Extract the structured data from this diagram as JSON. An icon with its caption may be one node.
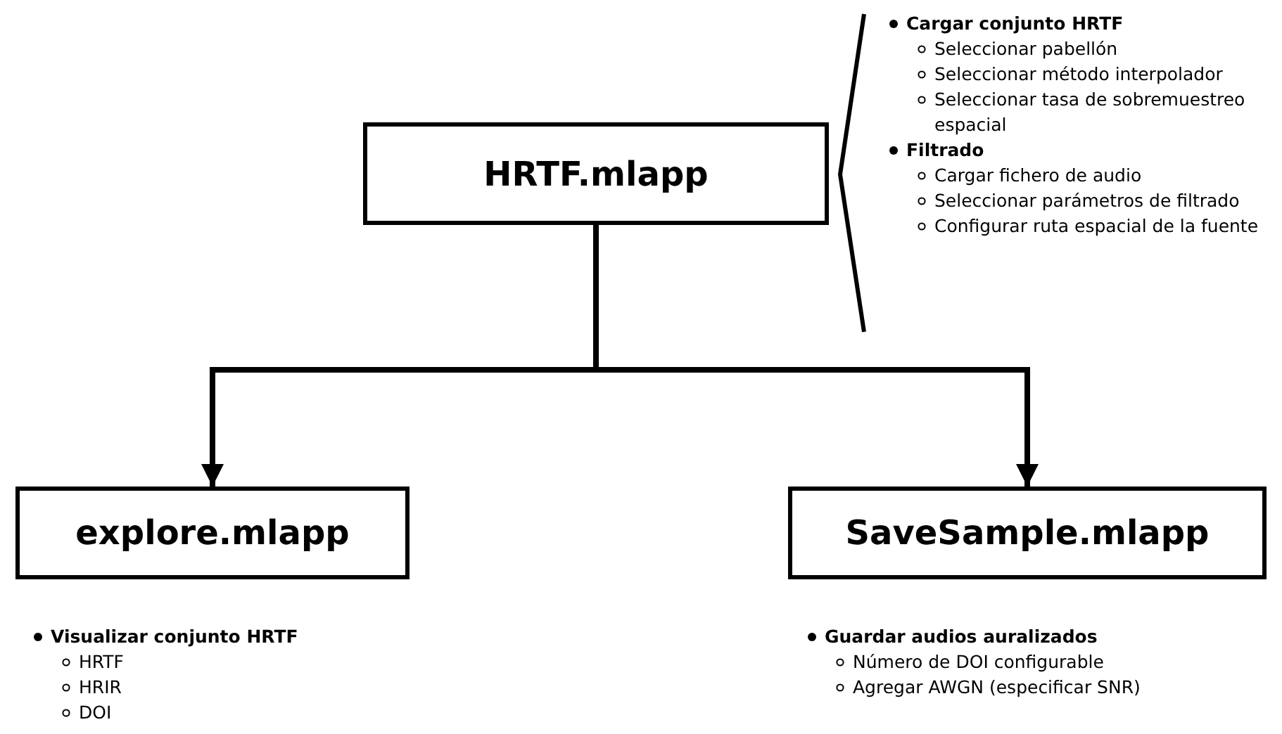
{
  "diagram": {
    "nodes": [
      {
        "text": [
          "HRTF.mlapp"
        ],
        "beside": [
          "Cargar conjunto HRTF",
          "Seleccionar pabellón",
          "Seleccionar método interpolador",
          "Seleccionar tasa de sobremuestreo espacial",
          "Filtrado",
          "Cargar fichero de audio",
          "Seleccionar parámetros de filtrado",
          "Configurar ruta espacial de la fuente"
        ]
      },
      {
        "text": [
          "explore.mlapp"
        ],
        "beside": [
          "Visualizar conjunto HRTF",
          "HRTF",
          "HRIR",
          "DOI"
        ]
      },
      {
        "text": [
          "SaveSample.mlapp"
        ],
        "beside": [
          "Guardar audios auralizados",
          "Número de DOI configurable",
          "Agregar AWGN (especificar SNR)"
        ]
      }
    ],
    "edges": [
      {
        "from": 0,
        "to": 1,
        "arrow": "to"
      },
      {
        "from": 0,
        "to": 2,
        "arrow": "to"
      }
    ]
  }
}
